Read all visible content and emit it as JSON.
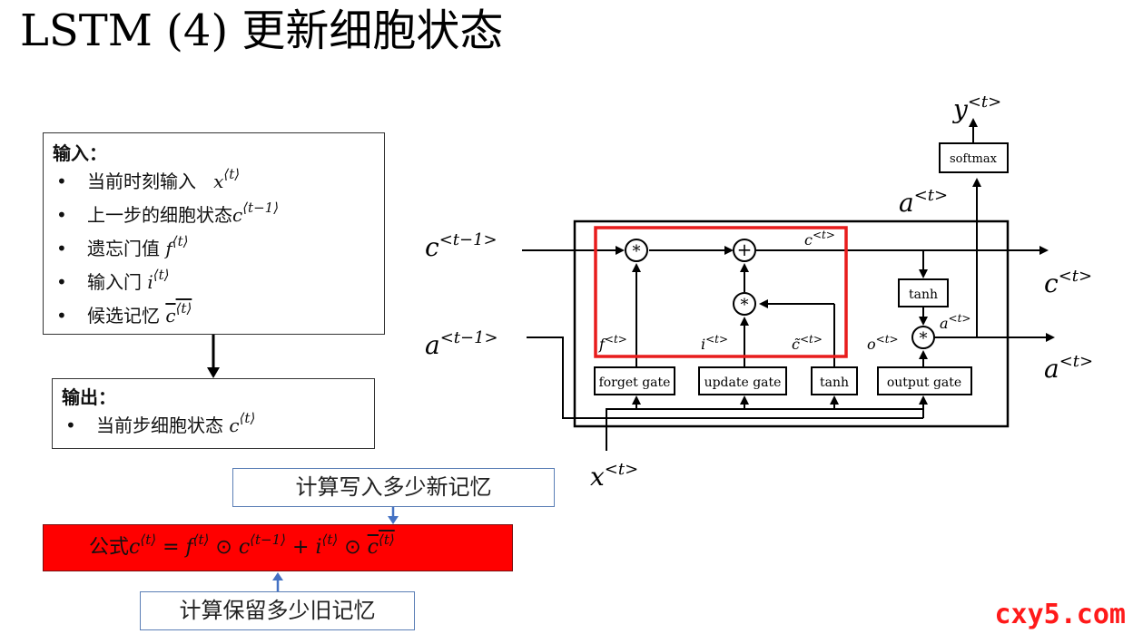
{
  "title": "LSTM (4) 更新细胞状态",
  "input_box": {
    "heading": "输入：",
    "items": [
      {
        "text": "当前时刻输入",
        "sym": "x",
        "sup": "⟨t⟩"
      },
      {
        "text": "上一步的细胞状态",
        "sym": "c",
        "sup": "⟨t−1⟩"
      },
      {
        "text": "遗忘门值",
        "sym": "f",
        "sup": "⟨t⟩"
      },
      {
        "text": "输入门",
        "sym": "i",
        "sup": "⟨t⟩"
      },
      {
        "text": "候选记忆",
        "sym": "c",
        "sup": "⟨t⟩"
      }
    ]
  },
  "output_box": {
    "heading": "输出：",
    "items": [
      {
        "text": "当前步细胞状态",
        "sym": "c",
        "sup": "⟨t⟩"
      }
    ]
  },
  "note_write": "计算写入多少新记忆",
  "note_keep": "计算保留多少旧记忆",
  "formula": {
    "prefix": "公式",
    "c": "c",
    "c_sup": "⟨t⟩",
    "eq": "=",
    "f": "f",
    "f_sup": "⟨t⟩",
    "odot": "⊙",
    "cprev": "c",
    "cprev_sup": "⟨t−1⟩",
    "plus": "+",
    "i": "i",
    "i_sup": "⟨t⟩",
    "ctilde": "c",
    "ctilde_sup": "⟨t⟩"
  },
  "diagram": {
    "labels": {
      "c_prev": "c",
      "c_prev_sup": "<t−1>",
      "a_prev": "a",
      "a_prev_sup": "<t−1>",
      "x_in": "x",
      "x_in_sup": "<t>",
      "c_out": "c",
      "c_out_sup": "<t>",
      "a_out": "a",
      "a_out_sup": "<t>",
      "a_top": "a",
      "a_top_sup": "<t>",
      "y_out": "y",
      "y_out_sup": "<t>",
      "c_inner": "c",
      "c_inner_sup": "<t>",
      "f_inner": "f",
      "f_inner_sup": "<t>",
      "i_inner": "i",
      "i_inner_sup": "<t>",
      "ct_inner": "c̃",
      "ct_inner_sup": "<t>",
      "o_inner": "o",
      "o_inner_sup": "<t>",
      "a_inner": "a",
      "a_inner_sup": "<t>"
    },
    "gates": {
      "forget": "forget gate",
      "update": "update gate",
      "tanh1": "tanh",
      "output": "output gate",
      "tanh2": "tanh",
      "softmax": "softmax"
    },
    "ops": {
      "mult": "*",
      "add": "+"
    },
    "highlight_color": "#e81c1c"
  },
  "watermark": "cxy5.com"
}
